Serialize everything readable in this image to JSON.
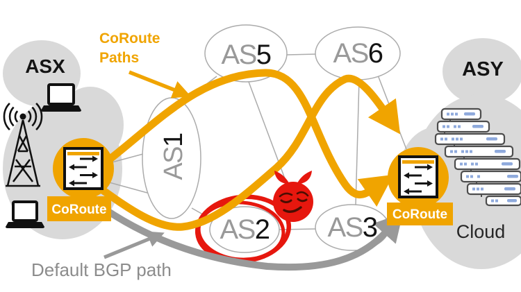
{
  "diagram": {
    "legend": {
      "coroute_paths_label_line1": "CoRoute",
      "coroute_paths_label_line2": "Paths",
      "default_bgp_label": "Default BGP path"
    },
    "left_cloud": {
      "title": "ASX"
    },
    "right_cloud": {
      "title": "ASY",
      "caption": "Cloud"
    },
    "routers": {
      "left": "CoRoute",
      "right": "CoRoute"
    },
    "as_nodes": {
      "as1": {
        "prefix": "AS",
        "num": "1"
      },
      "as2": {
        "prefix": "AS",
        "num": "2"
      },
      "as3": {
        "prefix": "AS",
        "num": "3"
      },
      "as5": {
        "prefix": "AS",
        "num": "5"
      },
      "as6": {
        "prefix": "AS",
        "num": "6"
      }
    },
    "colors": {
      "coroute_orange": "#F0A400",
      "bgp_gray": "#999999",
      "attacker_red": "#E6170E",
      "cloud_gray": "#D9D9D9"
    },
    "icons": {
      "left_cloud": [
        "laptop-icon",
        "radio-tower-icon",
        "laptop-icon",
        "switch-icon"
      ],
      "right_cloud": [
        "server-stack-icon",
        "switch-icon"
      ],
      "threat": "devil-icon"
    }
  }
}
